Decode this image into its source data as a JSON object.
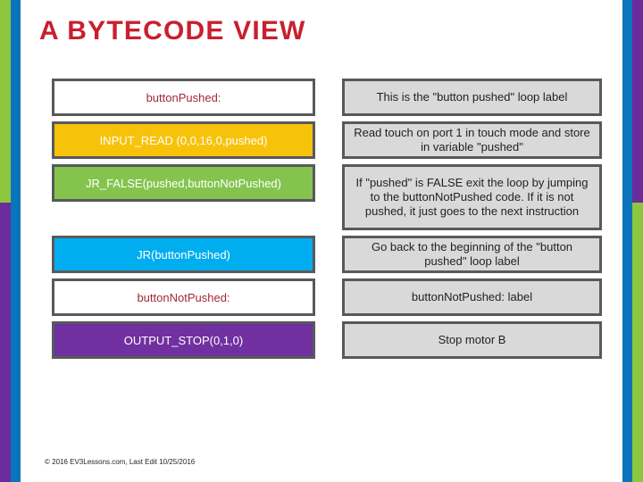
{
  "slide": {
    "title": "A BYTECODE VIEW",
    "footer": "© 2016 EV3Lessons.com, Last Edit 10/25/2016"
  },
  "colors": {
    "title_red": "#C8202E",
    "edge_green": "#8DC63F",
    "edge_purple": "#6A2C9B",
    "edge_blue": "#0C74BC",
    "border_gray": "#58595B",
    "desc_bg": "#D9D9D9",
    "label_text": "#9E2A36",
    "code_yellow": "#F7C20A",
    "code_green": "#84C44E",
    "code_cyan": "#00AEEF",
    "code_purple": "#7030A0"
  },
  "rows": [
    {
      "code": "buttonPushed:",
      "description": "This is the \"button pushed\" loop label"
    },
    {
      "code": "INPUT_READ (0,0,16,0,pushed)",
      "description": "Read touch on port 1 in touch mode and store in variable \"pushed\""
    },
    {
      "code": "JR_FALSE(pushed,buttonNotPushed)",
      "description": "If \"pushed\" is FALSE exit the loop by jumping to the buttonNotPushed code. If it is not pushed, it just goes to the next instruction"
    },
    {
      "code": "JR(buttonPushed)",
      "description": "Go back to the beginning of the \"button pushed\" loop label"
    },
    {
      "code": "buttonNotPushed:",
      "description": "buttonNotPushed: label"
    },
    {
      "code": "OUTPUT_STOP(0,1,0)",
      "description": "Stop motor B"
    }
  ]
}
